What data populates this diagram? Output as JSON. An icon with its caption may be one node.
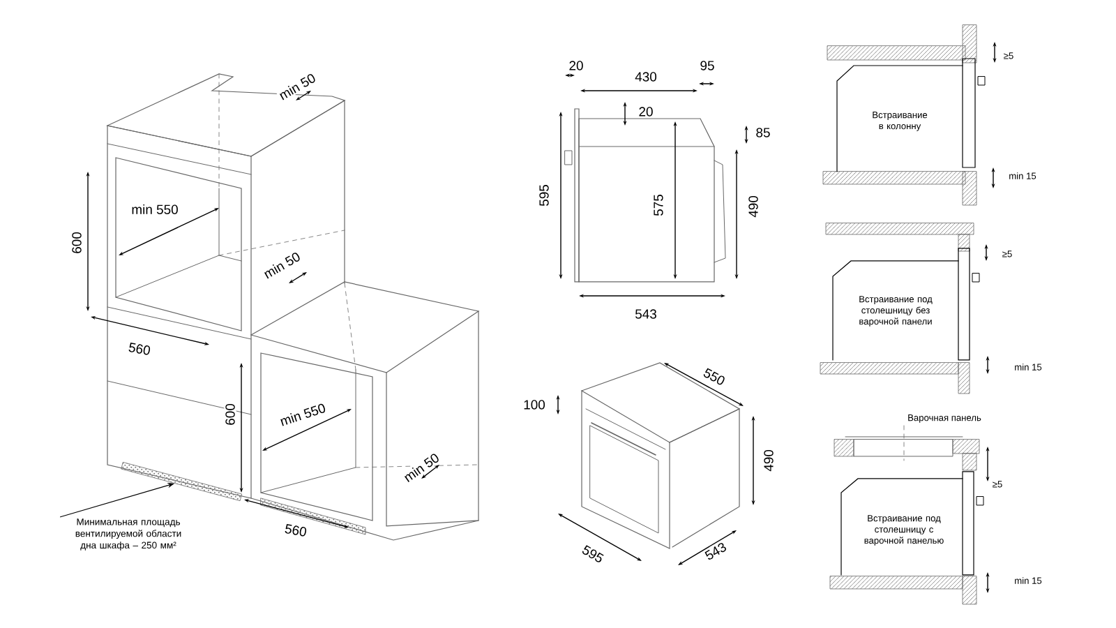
{
  "diagram": {
    "nodes": [
      {
        "text": [
          "Встраивание в колонну"
        ]
      },
      {
        "text": [
          "Встраивание под столешницу без варочной панели"
        ]
      },
      {
        "text": [
          "Встраивание под столешницу с варочной панелью"
        ]
      },
      {
        "text": [
          "Минимальная площадь вентилируемой области дна шкафа – 250 мм²"
        ]
      },
      {
        "text": [],
        "shape": "box"
      }
    ],
    "edges": [
      {
        "from": 3,
        "to": 4,
        "arrow": "to"
      }
    ],
    "labels": [
      "min 50",
      "min 550",
      "600",
      "min 50",
      "560",
      "600",
      "min 550",
      "min 50",
      "560",
      "20",
      "430",
      "95",
      "20",
      "85",
      "595",
      "575",
      "490",
      "543",
      "550",
      "100",
      "490",
      "595",
      "543",
      "≥5",
      "min 15",
      "≥5",
      "min 15",
      "Варочная панель",
      "≥5",
      "min 15"
    ]
  }
}
